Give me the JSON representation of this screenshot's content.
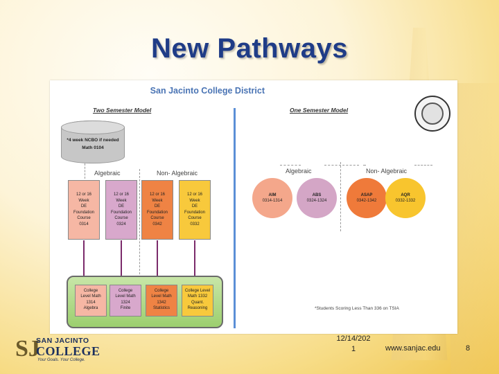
{
  "slide": {
    "title": "New Pathways",
    "footer": {
      "date_line1": "12/14/202",
      "date_line2": "1",
      "url": "www.sanjac.edu",
      "page_number": "8"
    },
    "logo": {
      "mark": "SJ",
      "line1": "SAN JACINTO",
      "line2": "COLLEGE",
      "tagline": "Your Goals. Your College."
    }
  },
  "diagram": {
    "title": "San Jacinto College District",
    "two_semester": {
      "label": "Two Semester Model",
      "ncbo_box": [
        "*4 week NCBO if needed",
        "Math 0104"
      ],
      "algebraic_label": "Algebraic",
      "non_algebraic_label": "Non- Algebraic",
      "foundation_courses": [
        {
          "text": "12 or 16\nWeek\nDE\nFoundation\nCourse\n0314",
          "color": "#f6b7a4"
        },
        {
          "text": "12 or 16\nWeek\nDE\nFoundation\nCourse\n0324",
          "color": "#d8a8cc"
        },
        {
          "text": "12 or 16\nWeek\nDE\nFoundation\nCourse\n0342",
          "color": "#ef8344"
        },
        {
          "text": "12 or 16\nWeek\nDE\nFoundation\nCourse\n0332",
          "color": "#f8c93c"
        }
      ],
      "college_courses": [
        {
          "text": "College\nLevel Math\n1314\nAlgebra",
          "color": "#f6b7a4"
        },
        {
          "text": "College\nLevel Math\n1324\nFinite",
          "color": "#d8a8cc"
        },
        {
          "text": "College\nLevel Math\n1342\nStatistics",
          "color": "#ef8344"
        },
        {
          "text": "College Level\nMath 1332\nQuant.\nReasoning",
          "color": "#f8c93c"
        }
      ]
    },
    "one_semester": {
      "label": "One Semester Model",
      "algebraic_label": "Algebraic",
      "non_algebraic_label": "Non- Algebraic",
      "circles": [
        {
          "name": "AIM",
          "codes": "0314-1314",
          "color": "#f4a78b"
        },
        {
          "name": "ABS",
          "codes": "0324-1324",
          "color": "#d4a6c6"
        },
        {
          "name": "ASAP",
          "codes": "0342-1342",
          "color": "#ef7a3a"
        },
        {
          "name": "AQR",
          "codes": "0332-1332",
          "color": "#f8c52e"
        }
      ],
      "note": "*Students Scoring Less Than 336 on TSIA"
    }
  }
}
